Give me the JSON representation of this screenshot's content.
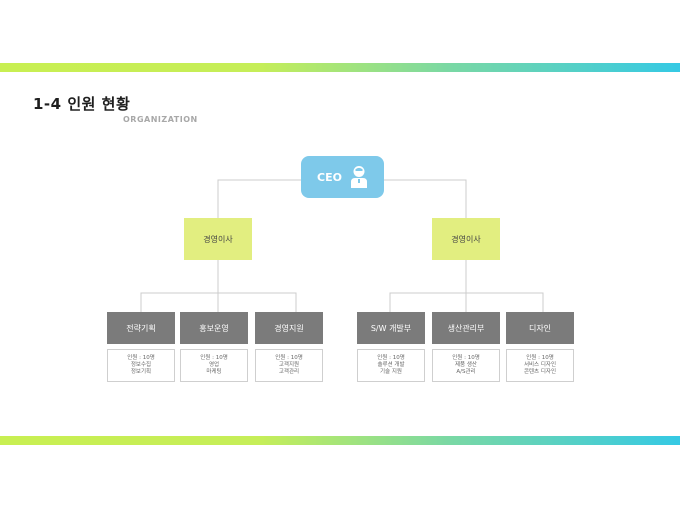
{
  "header": {
    "title": "1-4 인원 현황",
    "subtitle": "ORGANIZATION"
  },
  "colors": {
    "ceo_box": "#7ec9ea",
    "director_box": "#e2ee80",
    "dept_box": "#7b7b7b",
    "band_start": "#c8ef52",
    "band_end": "#35c9e4"
  },
  "org": {
    "ceo": {
      "label": "CEO",
      "icon": "person-icon"
    },
    "directors": [
      {
        "label": "경영이사",
        "departments": [
          {
            "name": "전략기획",
            "lines": [
              "인원 : 10명",
              "정보수집",
              "정보기획"
            ]
          },
          {
            "name": "홍보운영",
            "lines": [
              "인원 : 10명",
              "영업",
              "마케팅"
            ]
          },
          {
            "name": "경영지원",
            "lines": [
              "인원 : 10명",
              "고객지원",
              "고객관리"
            ]
          }
        ]
      },
      {
        "label": "경영이사",
        "departments": [
          {
            "name": "S/W 개발부",
            "lines": [
              "인원 : 10명",
              "솔루션 개발",
              "기술 지원"
            ]
          },
          {
            "name": "생산관리부",
            "lines": [
              "인원 : 10명",
              "제품 생산",
              "A/S관리"
            ]
          },
          {
            "name": "디자인",
            "lines": [
              "인원 : 10명",
              "서비스 디자인",
              "콘텐츠 디자인"
            ]
          }
        ]
      }
    ]
  }
}
